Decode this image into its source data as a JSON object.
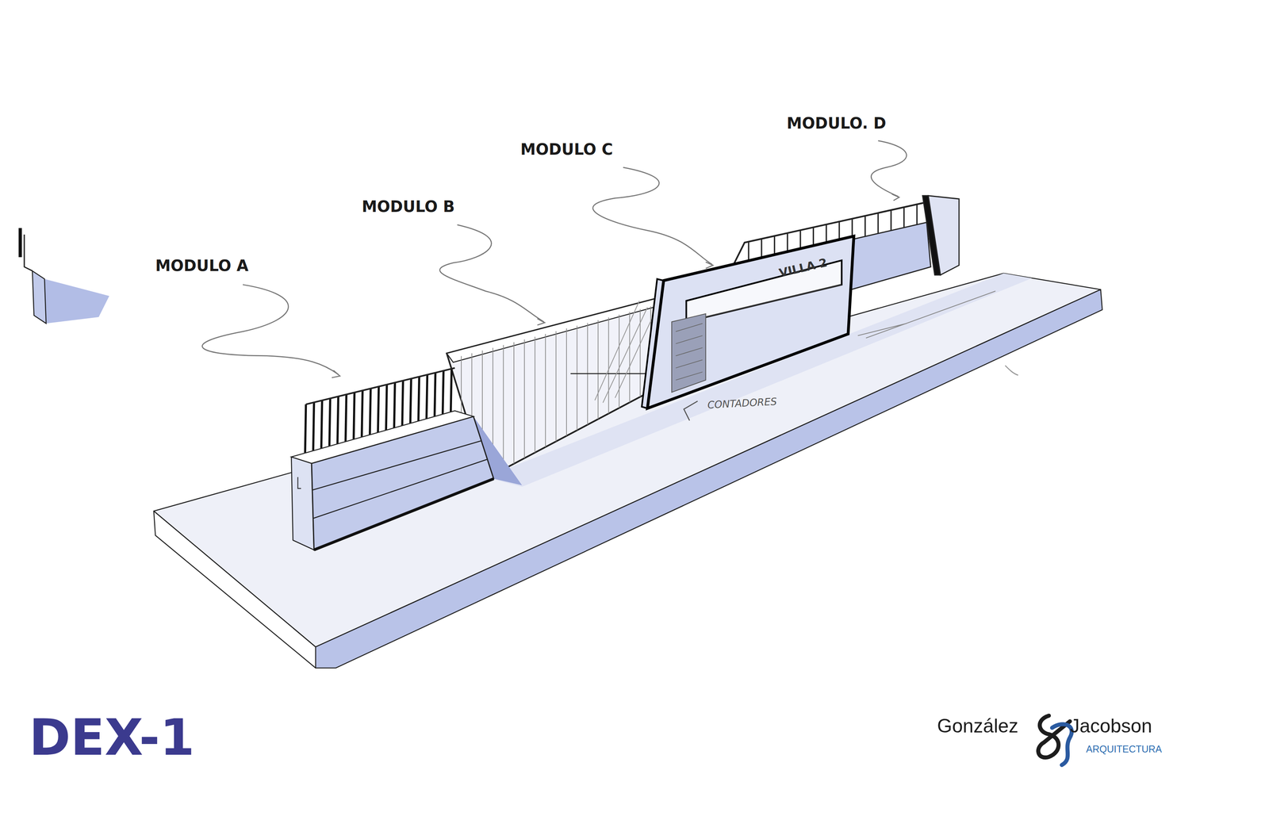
{
  "diagram": {
    "labels": [
      "MODULO A",
      "MODULO B",
      "MODULO C",
      "MODULO. D",
      "VILLA 2",
      "CONTADORES",
      "DEX-1",
      "González",
      "Jacobson",
      "ARQUITECTURA"
    ]
  }
}
